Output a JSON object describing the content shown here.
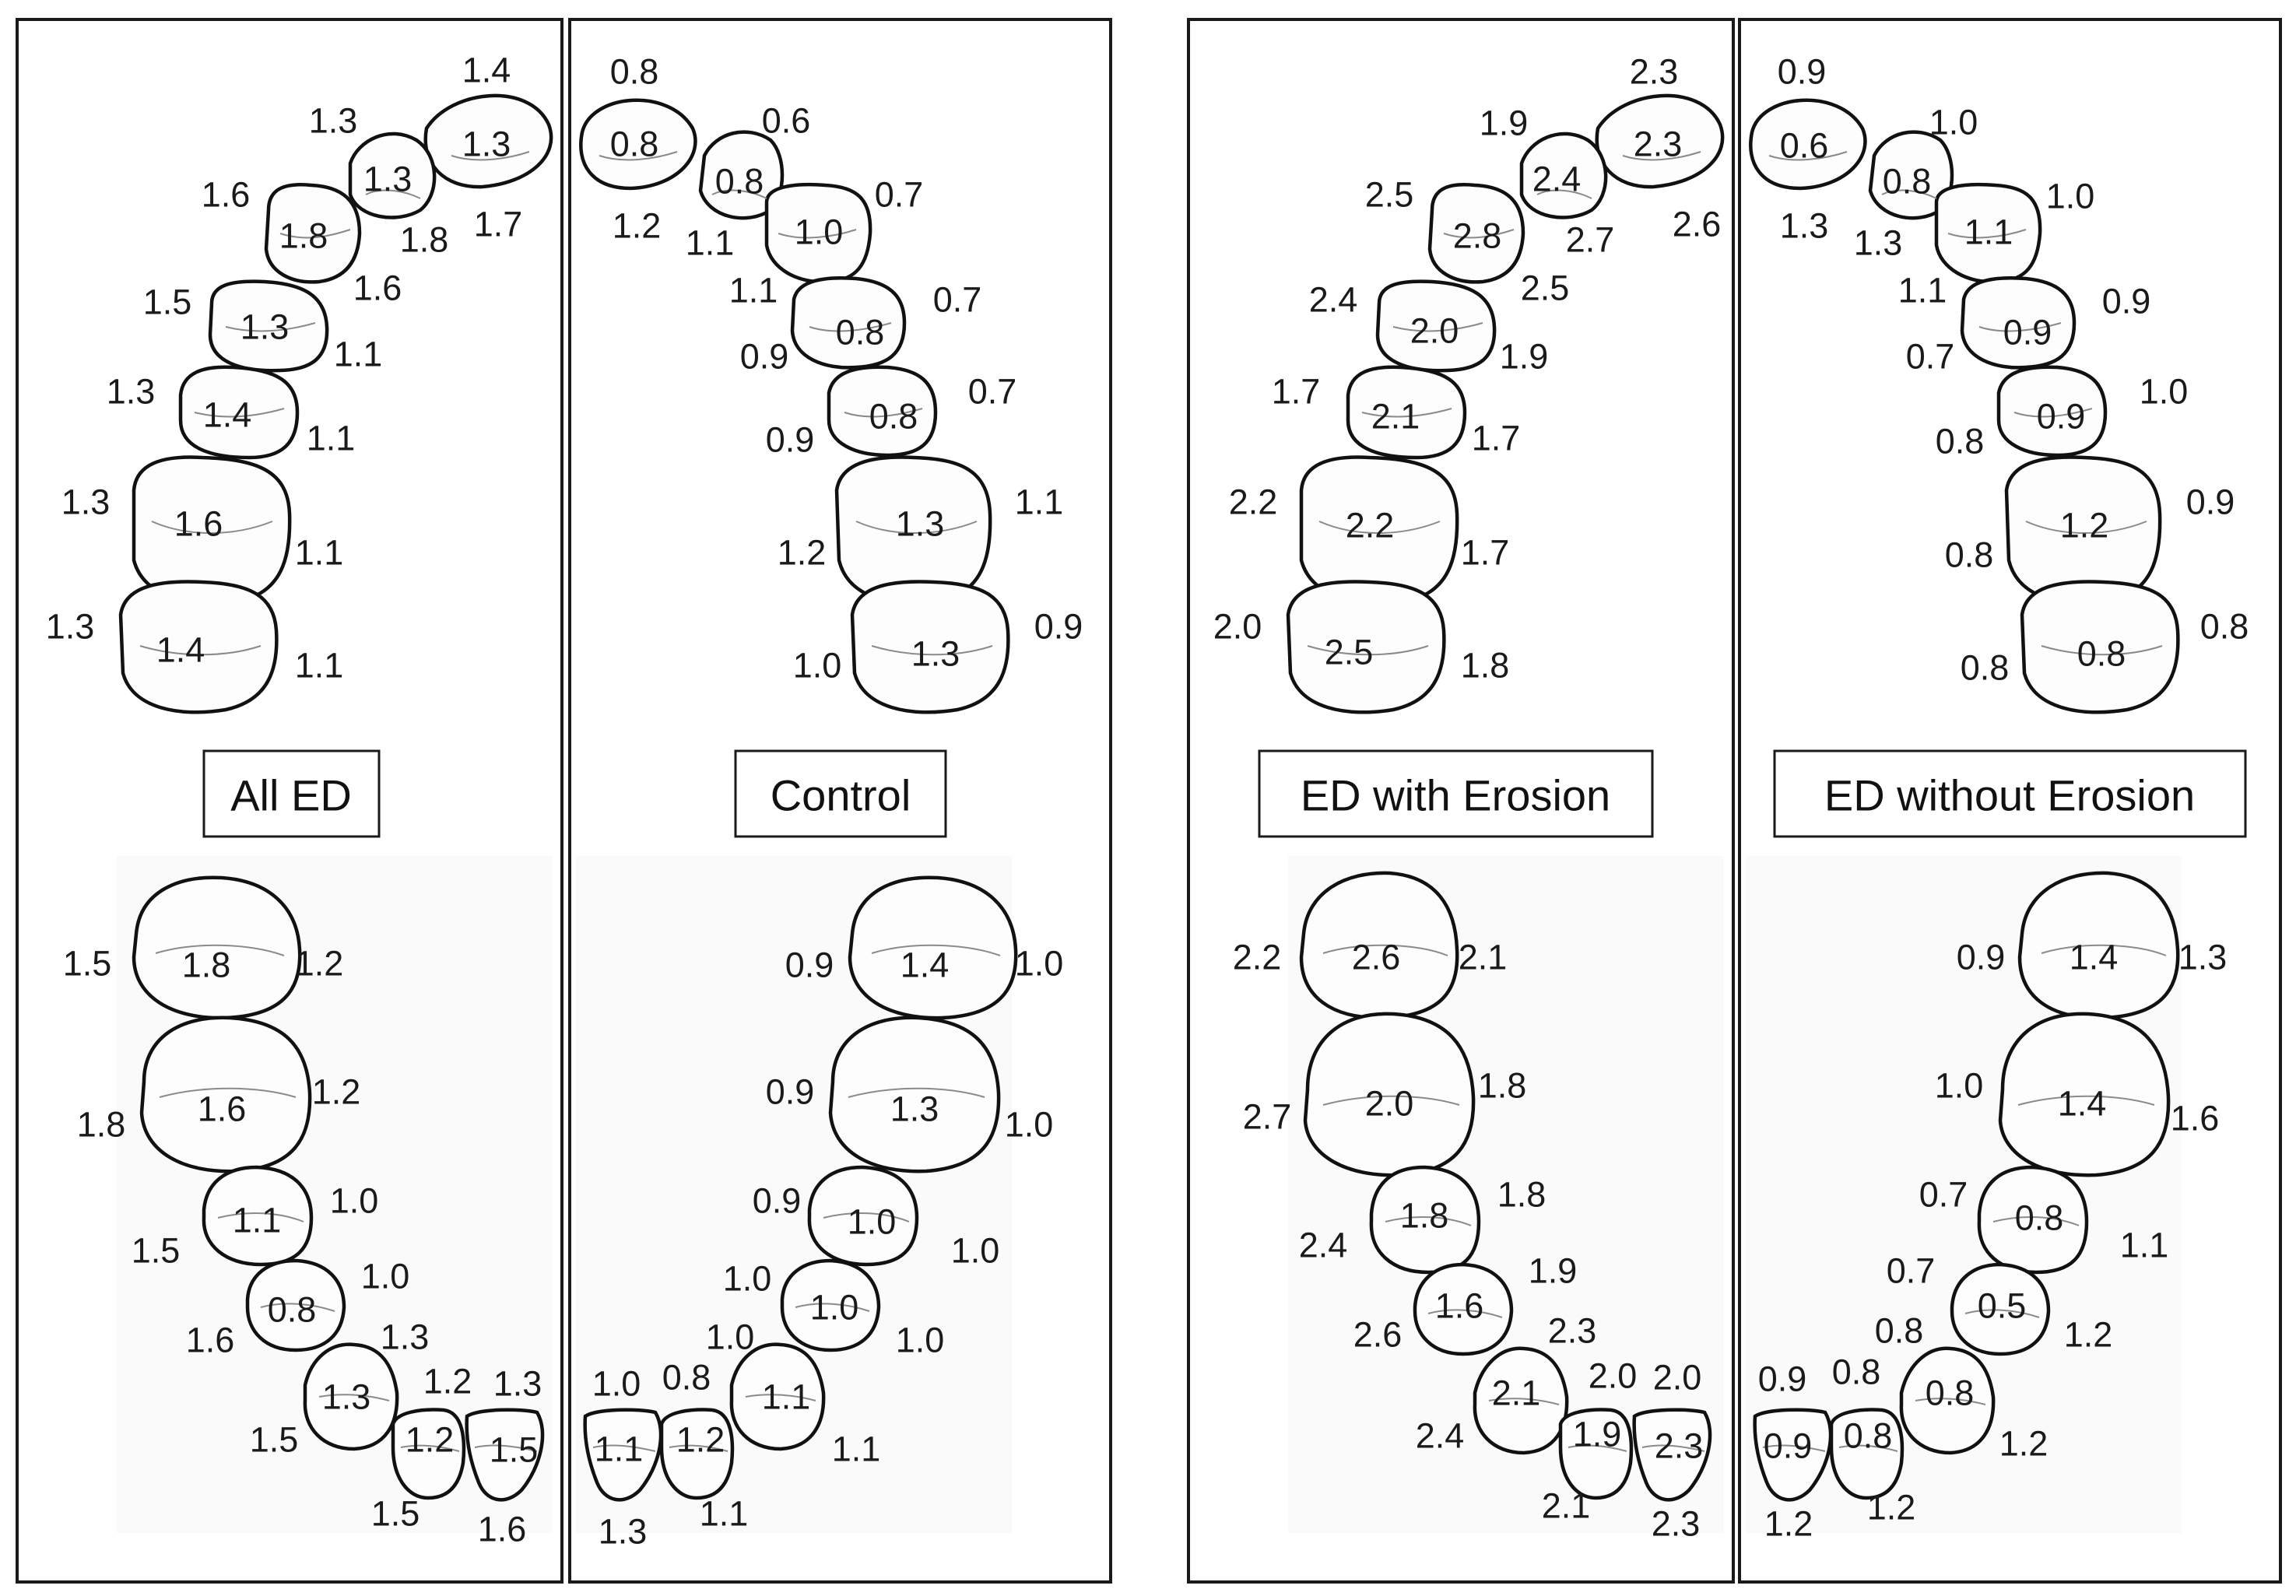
{
  "panels": [
    {
      "label": "All ED",
      "upper_inner": [
        "1.3",
        "1.3",
        "1.8",
        "1.3",
        "1.4",
        "1.6",
        "1.4"
      ],
      "upper_left": [
        "1.4",
        "1.3",
        "1.6",
        "1.5",
        "1.3",
        "1.3",
        "1.3"
      ],
      "upper_right": [
        "1.7",
        "1.8",
        "1.6",
        "1.1",
        "1.1",
        "1.1",
        "1.1"
      ],
      "lower_inner": [
        "1.8",
        "1.6",
        "1.1",
        "0.8",
        "1.3",
        "1.2",
        "1.5"
      ],
      "lower_left": [
        "1.5",
        "1.8",
        "1.5",
        "1.6",
        "1.5",
        "1.5",
        "1.6"
      ],
      "lower_right": [
        "1.2",
        "1.2",
        "1.0",
        "1.0",
        "1.3",
        "1.2",
        "1.3"
      ]
    },
    {
      "label": "Control",
      "upper_inner": [
        "0.8",
        "0.8",
        "1.0",
        "0.8",
        "0.8",
        "1.3",
        "1.3"
      ],
      "upper_left": [
        "0.8",
        "1.2",
        "1.1",
        "1.1",
        "0.9",
        "0.9",
        "1.2",
        "1.0"
      ],
      "upper_right": [
        "0.6",
        "0.7",
        "0.7",
        "0.7",
        "1.1",
        "0.9"
      ],
      "lower_inner": [
        "1.4",
        "1.3",
        "1.0",
        "1.0",
        "1.1",
        "1.2",
        "1.1"
      ],
      "lower_left": [
        "0.9",
        "0.9",
        "0.9",
        "1.0",
        "1.0",
        "0.8",
        "1.0",
        "1.3"
      ],
      "lower_right": [
        "1.0",
        "1.0",
        "1.0",
        "1.0",
        "1.1",
        "1.1"
      ]
    },
    {
      "label": "ED with Erosion",
      "upper_inner": [
        "2.3",
        "2.4",
        "2.8",
        "2.0",
        "2.1",
        "2.2",
        "2.5"
      ],
      "upper_left": [
        "2.3",
        "1.9",
        "2.5",
        "2.4",
        "1.7",
        "2.2",
        "2.0"
      ],
      "upper_right": [
        "2.6",
        "2.7",
        "2.5",
        "1.9",
        "1.7",
        "1.7",
        "1.8"
      ],
      "lower_inner": [
        "2.6",
        "2.0",
        "1.8",
        "1.6",
        "2.1",
        "1.9",
        "2.3"
      ],
      "lower_left": [
        "2.2",
        "2.7",
        "2.4",
        "2.6",
        "2.4",
        "2.1",
        "2.3"
      ],
      "lower_right": [
        "2.1",
        "1.8",
        "1.8",
        "1.9",
        "2.3",
        "2.0",
        "2.0"
      ]
    },
    {
      "label": "ED without Erosion",
      "upper_inner": [
        "0.6",
        "0.8",
        "1.1",
        "0.9",
        "0.9",
        "1.2",
        "0.8"
      ],
      "upper_left": [
        "0.9",
        "1.3",
        "1.3",
        "1.1",
        "0.7",
        "0.8",
        "0.8",
        "0.8"
      ],
      "upper_right": [
        "1.0",
        "1.0",
        "0.9",
        "1.0",
        "0.9",
        "0.8"
      ],
      "lower_inner": [
        "1.4",
        "1.4",
        "0.8",
        "0.5",
        "0.8",
        "0.8",
        "0.9"
      ],
      "lower_left": [
        "0.9",
        "1.0",
        "0.7",
        "0.7",
        "0.8",
        "0.8",
        "0.9",
        "1.2"
      ],
      "lower_right": [
        "1.3",
        "1.6",
        "1.1",
        "1.2",
        "1.2",
        "1.2"
      ]
    }
  ]
}
